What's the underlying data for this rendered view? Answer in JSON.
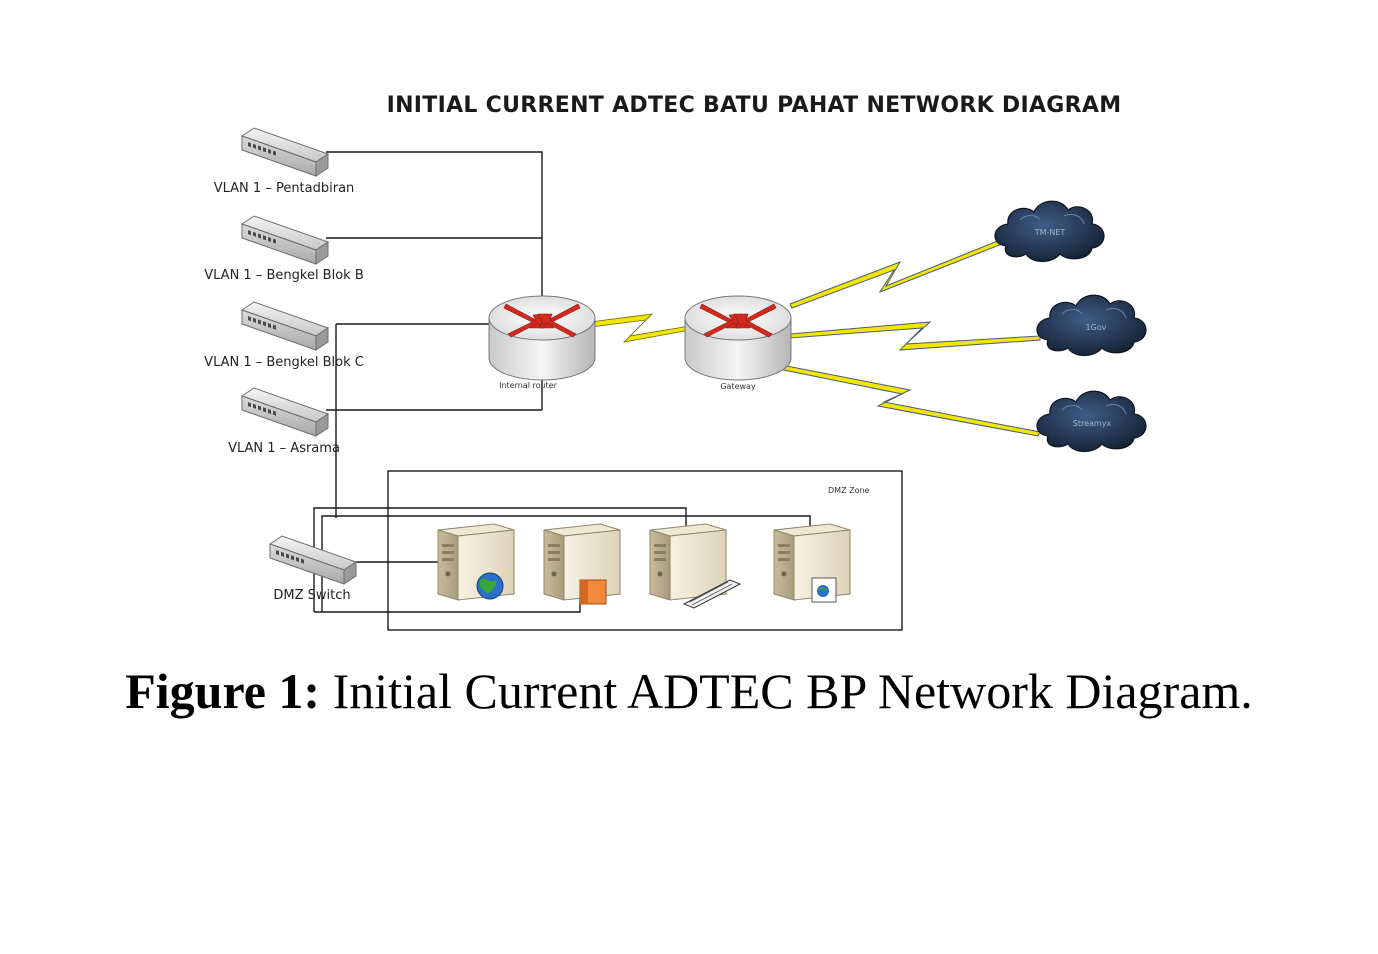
{
  "diagram": {
    "title": "INITIAL CURRENT ADTEC BATU PAHAT NETWORK DIAGRAM",
    "vlans": [
      {
        "label": "VLAN 1 – Pentadbiran"
      },
      {
        "label": "VLAN 1 – Bengkel Blok B"
      },
      {
        "label": "VLAN 1 – Bengkel Blok C"
      },
      {
        "label": "VLAN 1 – Asrama"
      }
    ],
    "internal_router_label": "Internal router",
    "gateway_label": "Gateway",
    "clouds": [
      {
        "label": "TM-NET"
      },
      {
        "label": "1Gov"
      },
      {
        "label": "Streamyx"
      }
    ],
    "dmz_zone_label": "DMZ Zone",
    "dmz_switch_label": "DMZ Switch",
    "servers": [
      {
        "icon": "globe-icon"
      },
      {
        "icon": "box-icon"
      },
      {
        "icon": "keyboard-icon"
      },
      {
        "icon": "web-page-icon"
      }
    ],
    "colors": {
      "lightning": "#f2e600",
      "router_arrows": "#d42a1e",
      "cloud": "#1c2e48"
    }
  },
  "caption": {
    "prefix": "Figure 1:",
    "text": " Initial Current ADTEC BP Network Diagram."
  }
}
